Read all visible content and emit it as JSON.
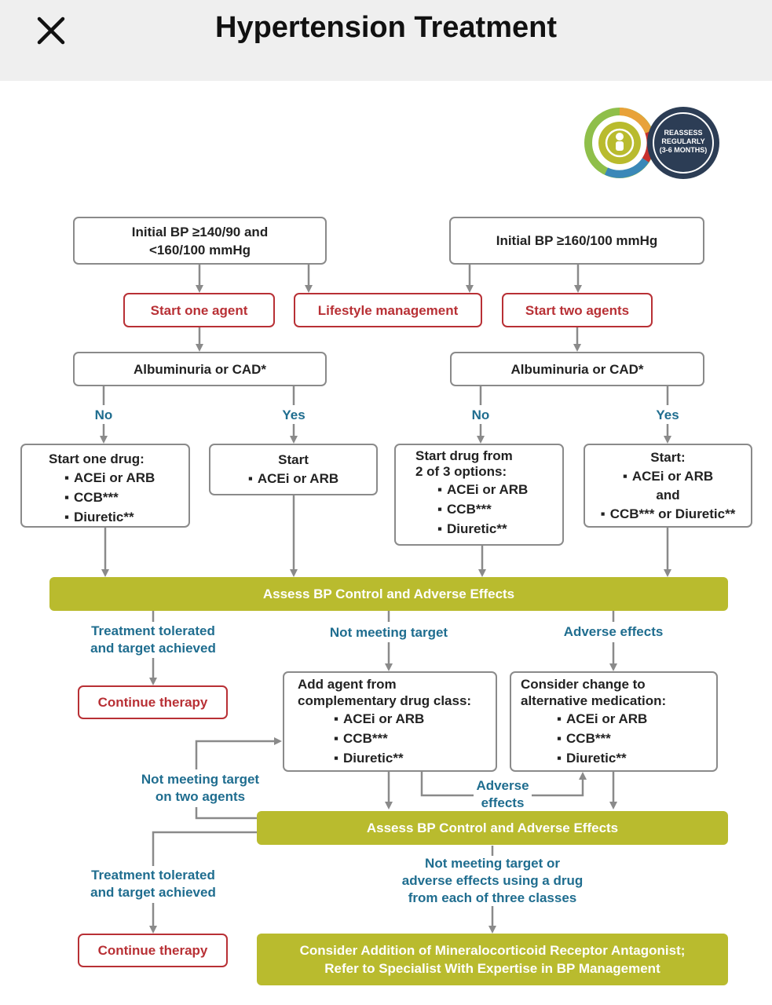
{
  "header": {
    "title": "Hypertension Treatment",
    "close_icon": "close-x-icon"
  },
  "badge": {
    "line1": "REASSESS",
    "line2": "REGULARLY",
    "line3": "(3-6 MONTHS)"
  },
  "top": {
    "left_box": {
      "line1": "Initial BP ≥140/90 and",
      "line2": "<160/100 mmHg"
    },
    "right_box": "Initial BP ≥160/100 mmHg",
    "start_one": "Start one agent",
    "lifestyle": "Lifestyle management",
    "start_two": "Start two agents"
  },
  "albuminuria": {
    "left": "Albuminuria or CAD*",
    "right": "Albuminuria or CAD*"
  },
  "branch_labels": {
    "no_left": "No",
    "yes_left": "Yes",
    "no_right": "No",
    "yes_right": "Yes"
  },
  "drug_boxes": {
    "b1": {
      "title": "Start one drug:",
      "items": [
        "ACEi or ARB",
        "CCB***",
        "Diuretic**"
      ]
    },
    "b2": {
      "title": "Start",
      "item": "ACEi or ARB"
    },
    "b3": {
      "title1": "Start drug from",
      "title2": "2 of 3 options:",
      "items": [
        "ACEi or ARB",
        "CCB***",
        "Diuretic**"
      ]
    },
    "b4": {
      "title": "Start:",
      "item1": "ACEi or ARB",
      "and": "and",
      "item2": "CCB*** or Diuretic**"
    }
  },
  "assess1": "Assess BP Control and Adverse Effects",
  "mid_labels": {
    "tolerated1": {
      "line1": "Treatment tolerated",
      "line2": "and target achieved"
    },
    "not_meeting": "Not meeting target",
    "adverse": "Adverse effects"
  },
  "continue1": "Continue therapy",
  "add_agent": {
    "line1": "Add agent from",
    "line2": "complementary drug class:",
    "items": [
      "ACEi or ARB",
      "CCB***",
      "Diuretic**"
    ]
  },
  "consider_change": {
    "line1": "Consider change to",
    "line2": "alternative medication:",
    "items": [
      "ACEi or ARB",
      "CCB***",
      "Diuretic**"
    ]
  },
  "lower_labels": {
    "not_meeting_two": {
      "line1": "Not meeting target",
      "line2": "on two agents"
    },
    "adverse_effects": {
      "line1": "Adverse",
      "line2": "effects"
    }
  },
  "assess2": "Assess BP Control and Adverse Effects",
  "bottom_labels": {
    "tolerated2": {
      "line1": "Treatment tolerated",
      "line2": "and target achieved"
    },
    "not_meeting_three": {
      "line1": "Not meeting target or",
      "line2": "adverse effects using a drug",
      "line3": "from each of three classes"
    }
  },
  "continue2": "Continue therapy",
  "final": {
    "line1": "Consider Addition of Mineralocorticoid Receptor Antagonist;",
    "line2": "Refer to Specialist With Expertise in BP Management"
  },
  "colors": {
    "olive": "#b9bb2e",
    "red": "#b83035",
    "teal": "#1f6d8f",
    "gray": "#8a8a8a",
    "navy": "#2c3d55"
  }
}
